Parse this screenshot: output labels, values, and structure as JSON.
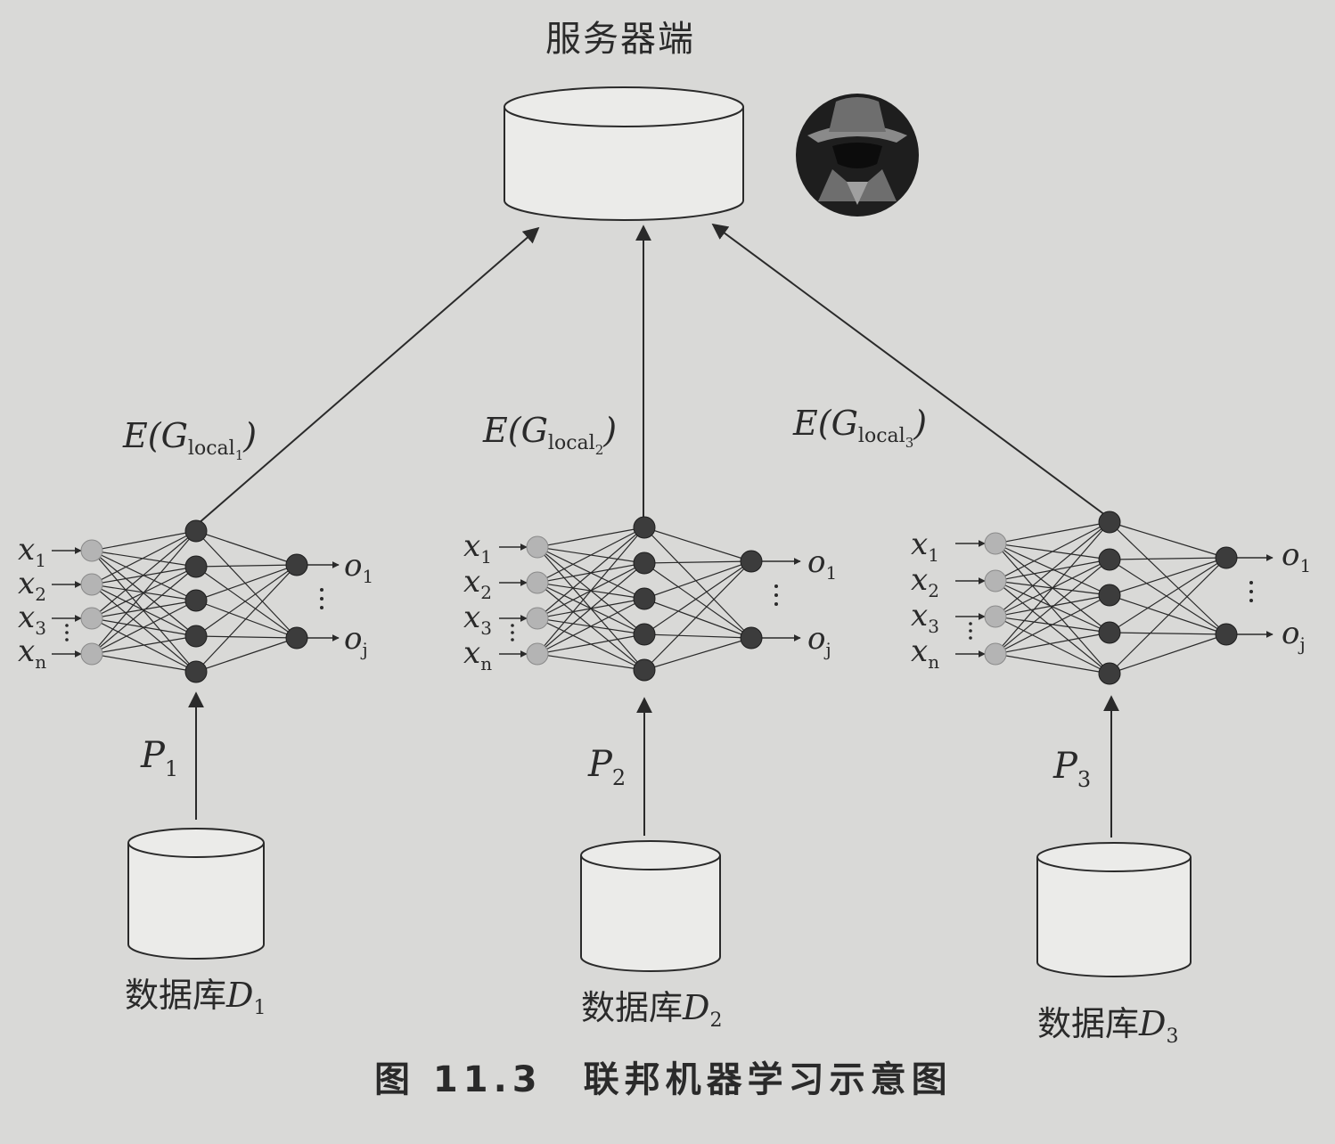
{
  "server": {
    "title": "服务器端"
  },
  "clients": [
    {
      "update_label": "E(G",
      "update_sub": "local",
      "update_index": "1",
      "param_label": "P",
      "param_index": "1",
      "db_label": "数据库",
      "db_var": "D",
      "db_index": "1"
    },
    {
      "update_label": "E(G",
      "update_sub": "local",
      "update_index": "2",
      "param_label": "P",
      "param_index": "2",
      "db_label": "数据库",
      "db_var": "D",
      "db_index": "2"
    },
    {
      "update_label": "E(G",
      "update_sub": "local",
      "update_index": "3",
      "param_label": "P",
      "param_index": "3",
      "db_label": "数据库",
      "db_var": "D",
      "db_index": "3"
    }
  ],
  "network": {
    "inputs": [
      {
        "var": "x",
        "idx": "1"
      },
      {
        "var": "x",
        "idx": "2"
      },
      {
        "var": "x",
        "idx": "3"
      },
      {
        "var": "x",
        "idx": "n"
      }
    ],
    "outputs": [
      {
        "var": "o",
        "idx": "1"
      },
      {
        "var": "o",
        "idx": "j"
      }
    ]
  },
  "caption": "图 11.3　联邦机器学习示意图",
  "colors": {
    "background": "#d9d9d7",
    "line": "#2a2a2a",
    "input_node": "#b4b4b4",
    "hidden_node": "#3c3c3c",
    "adversary_bg": "#1e1e1e"
  },
  "icons": {
    "adversary": "spy-icon"
  }
}
